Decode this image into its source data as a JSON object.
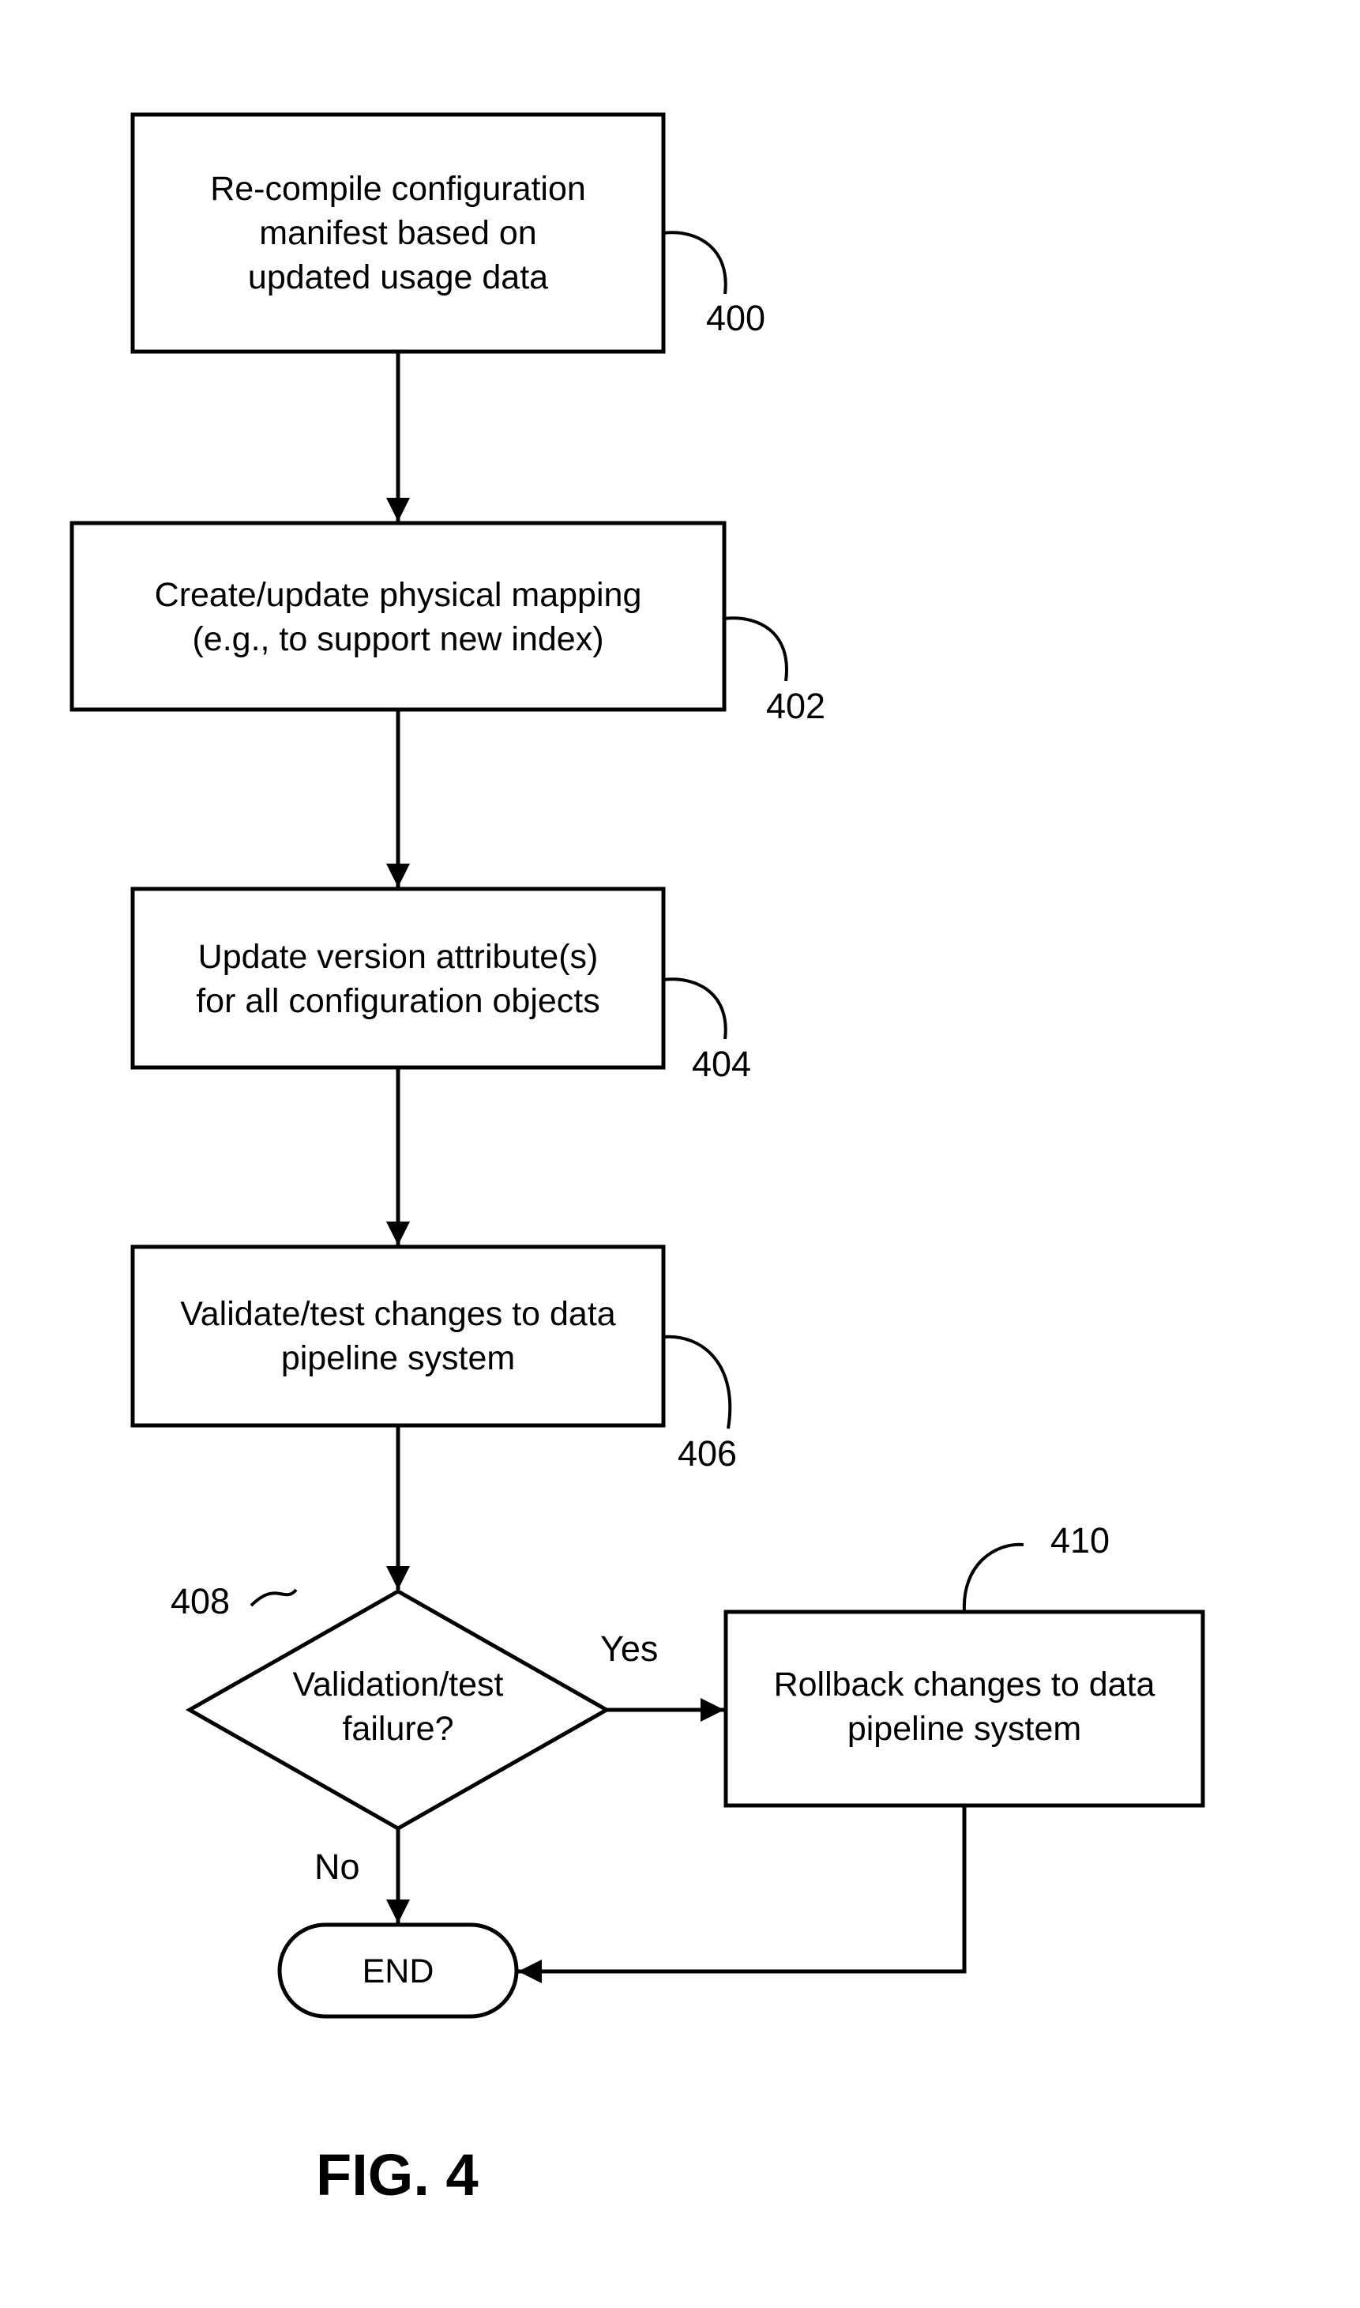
{
  "figure_label": "FIG. 4",
  "steps": [
    {
      "ref": "400",
      "lines": [
        "Re-compile configuration",
        "manifest based on",
        "updated usage data"
      ]
    },
    {
      "ref": "402",
      "lines": [
        "Create/update physical mapping",
        "(e.g., to support new index)"
      ]
    },
    {
      "ref": "404",
      "lines": [
        "Update version attribute(s)",
        "for all configuration objects"
      ]
    },
    {
      "ref": "406",
      "lines": [
        "Validate/test changes to data",
        "pipeline system"
      ]
    },
    {
      "ref": "410",
      "lines": [
        "Rollback changes to data",
        "pipeline system"
      ]
    }
  ],
  "decision": {
    "ref": "408",
    "lines": [
      "Validation/test",
      "failure?"
    ]
  },
  "branches": {
    "yes": "Yes",
    "no": "No"
  },
  "terminal": {
    "label": "END"
  }
}
